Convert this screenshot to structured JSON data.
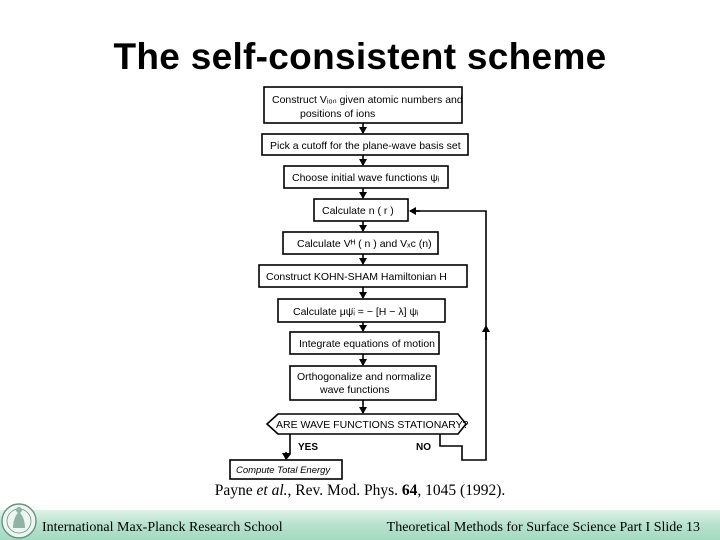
{
  "slide": {
    "title": "The self-consistent scheme",
    "citation": {
      "authors": "Payne",
      "etal": "et al.",
      "journal": ", Rev. Mod. Phys.",
      "volume": "64",
      "pages": ", 1045 (1992)."
    },
    "footer_left": "International Max-Planck Research School",
    "footer_right": "Theoretical Methods for Surface Science Part I  Slide 13"
  },
  "flowchart": {
    "steps": [
      {
        "id": "construct-vion",
        "lines": [
          "Construct Vᵢₒₙ given atomic numbers and",
          "positions of ions"
        ]
      },
      {
        "id": "pick-cutoff",
        "lines": [
          "Pick a cutoff for the plane-wave basis set"
        ]
      },
      {
        "id": "choose-initial",
        "lines": [
          "Choose initial wave functions ψᵢ"
        ]
      },
      {
        "id": "calculate-n",
        "lines": [
          "Calculate  n ( r )"
        ]
      },
      {
        "id": "calculate-vh-vxc",
        "lines": [
          "Calculate Vᴴ ( n ) and Vₓc (n)"
        ]
      },
      {
        "id": "construct-kohn-sham",
        "lines": [
          "Construct KOHN-SHAM Hamiltonian H"
        ]
      },
      {
        "id": "calculate-mu-psi",
        "lines": [
          "Calculate  μψ̈ᵢ = − [H − λ] ψᵢ"
        ]
      },
      {
        "id": "integrate-equations",
        "lines": [
          "Integrate equations of motion"
        ]
      },
      {
        "id": "orthogonalize",
        "lines": [
          "Orthogonalize and normalize",
          "wave  functions"
        ]
      }
    ],
    "decision": "ARE WAVE FUNCTIONS STATIONARY?",
    "yes_label": "YES",
    "no_label": "NO",
    "final": "Compute Total Energy"
  }
}
